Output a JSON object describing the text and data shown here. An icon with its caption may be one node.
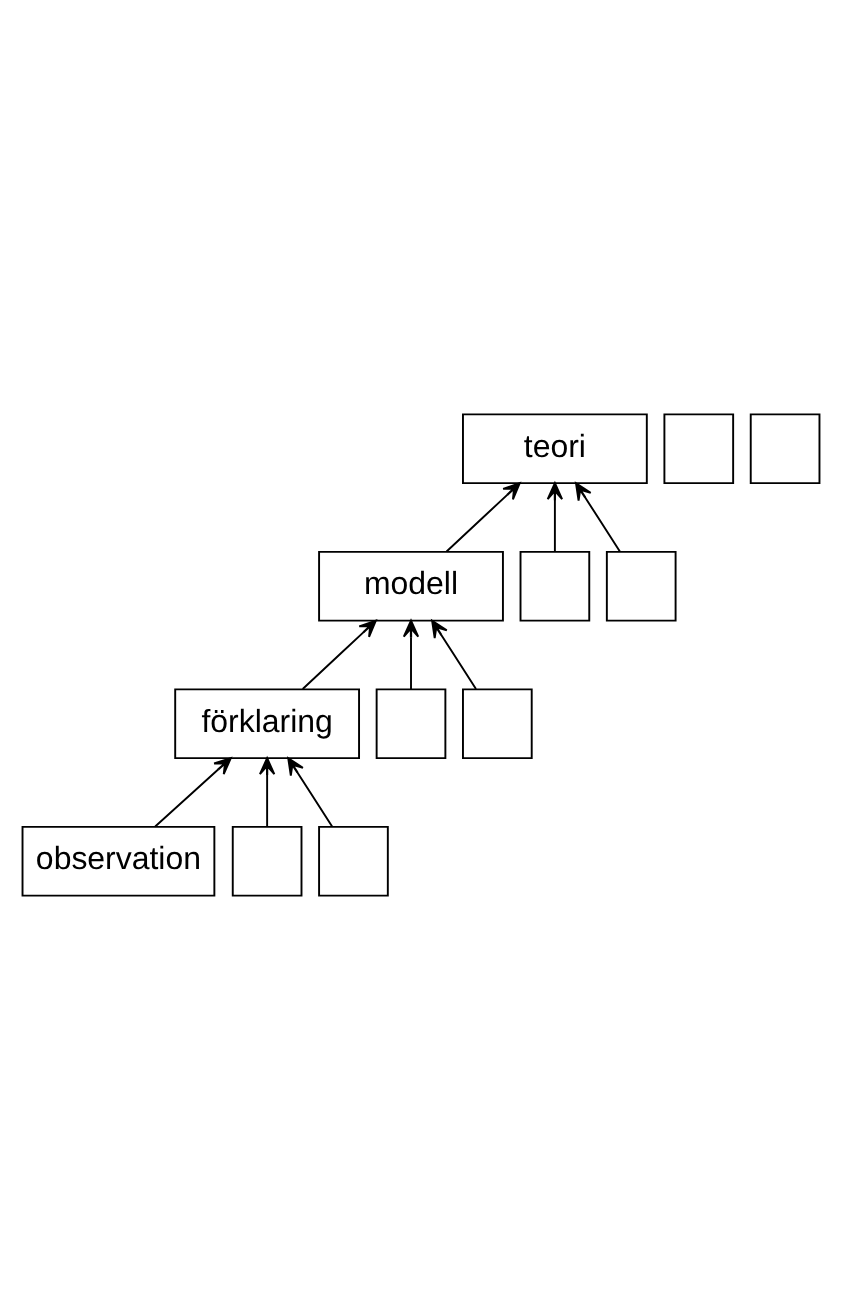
{
  "diagram": {
    "nodes": [
      {
        "text": [
          "teori"
        ]
      },
      {
        "text": [],
        "shape": "box"
      },
      {
        "text": [],
        "shape": "box"
      },
      {
        "text": [
          "modell"
        ]
      },
      {
        "text": [],
        "shape": "box"
      },
      {
        "text": [],
        "shape": "box"
      },
      {
        "text": [
          "förklaring"
        ]
      },
      {
        "text": [],
        "shape": "box"
      },
      {
        "text": [],
        "shape": "box"
      },
      {
        "text": [
          "observation"
        ]
      },
      {
        "text": [],
        "shape": "box"
      },
      {
        "text": [],
        "shape": "box"
      }
    ],
    "edges": [
      {
        "from": 3,
        "to": 0,
        "arrow": "to"
      },
      {
        "from": 4,
        "to": 0,
        "arrow": "to"
      },
      {
        "from": 5,
        "to": 0,
        "arrow": "to"
      },
      {
        "from": 6,
        "to": 3,
        "arrow": "to"
      },
      {
        "from": 7,
        "to": 3,
        "arrow": "to"
      },
      {
        "from": 8,
        "to": 3,
        "arrow": "to"
      },
      {
        "from": 9,
        "to": 6,
        "arrow": "to"
      },
      {
        "from": 10,
        "to": 6,
        "arrow": "to"
      },
      {
        "from": 11,
        "to": 6,
        "arrow": "to"
      }
    ]
  }
}
